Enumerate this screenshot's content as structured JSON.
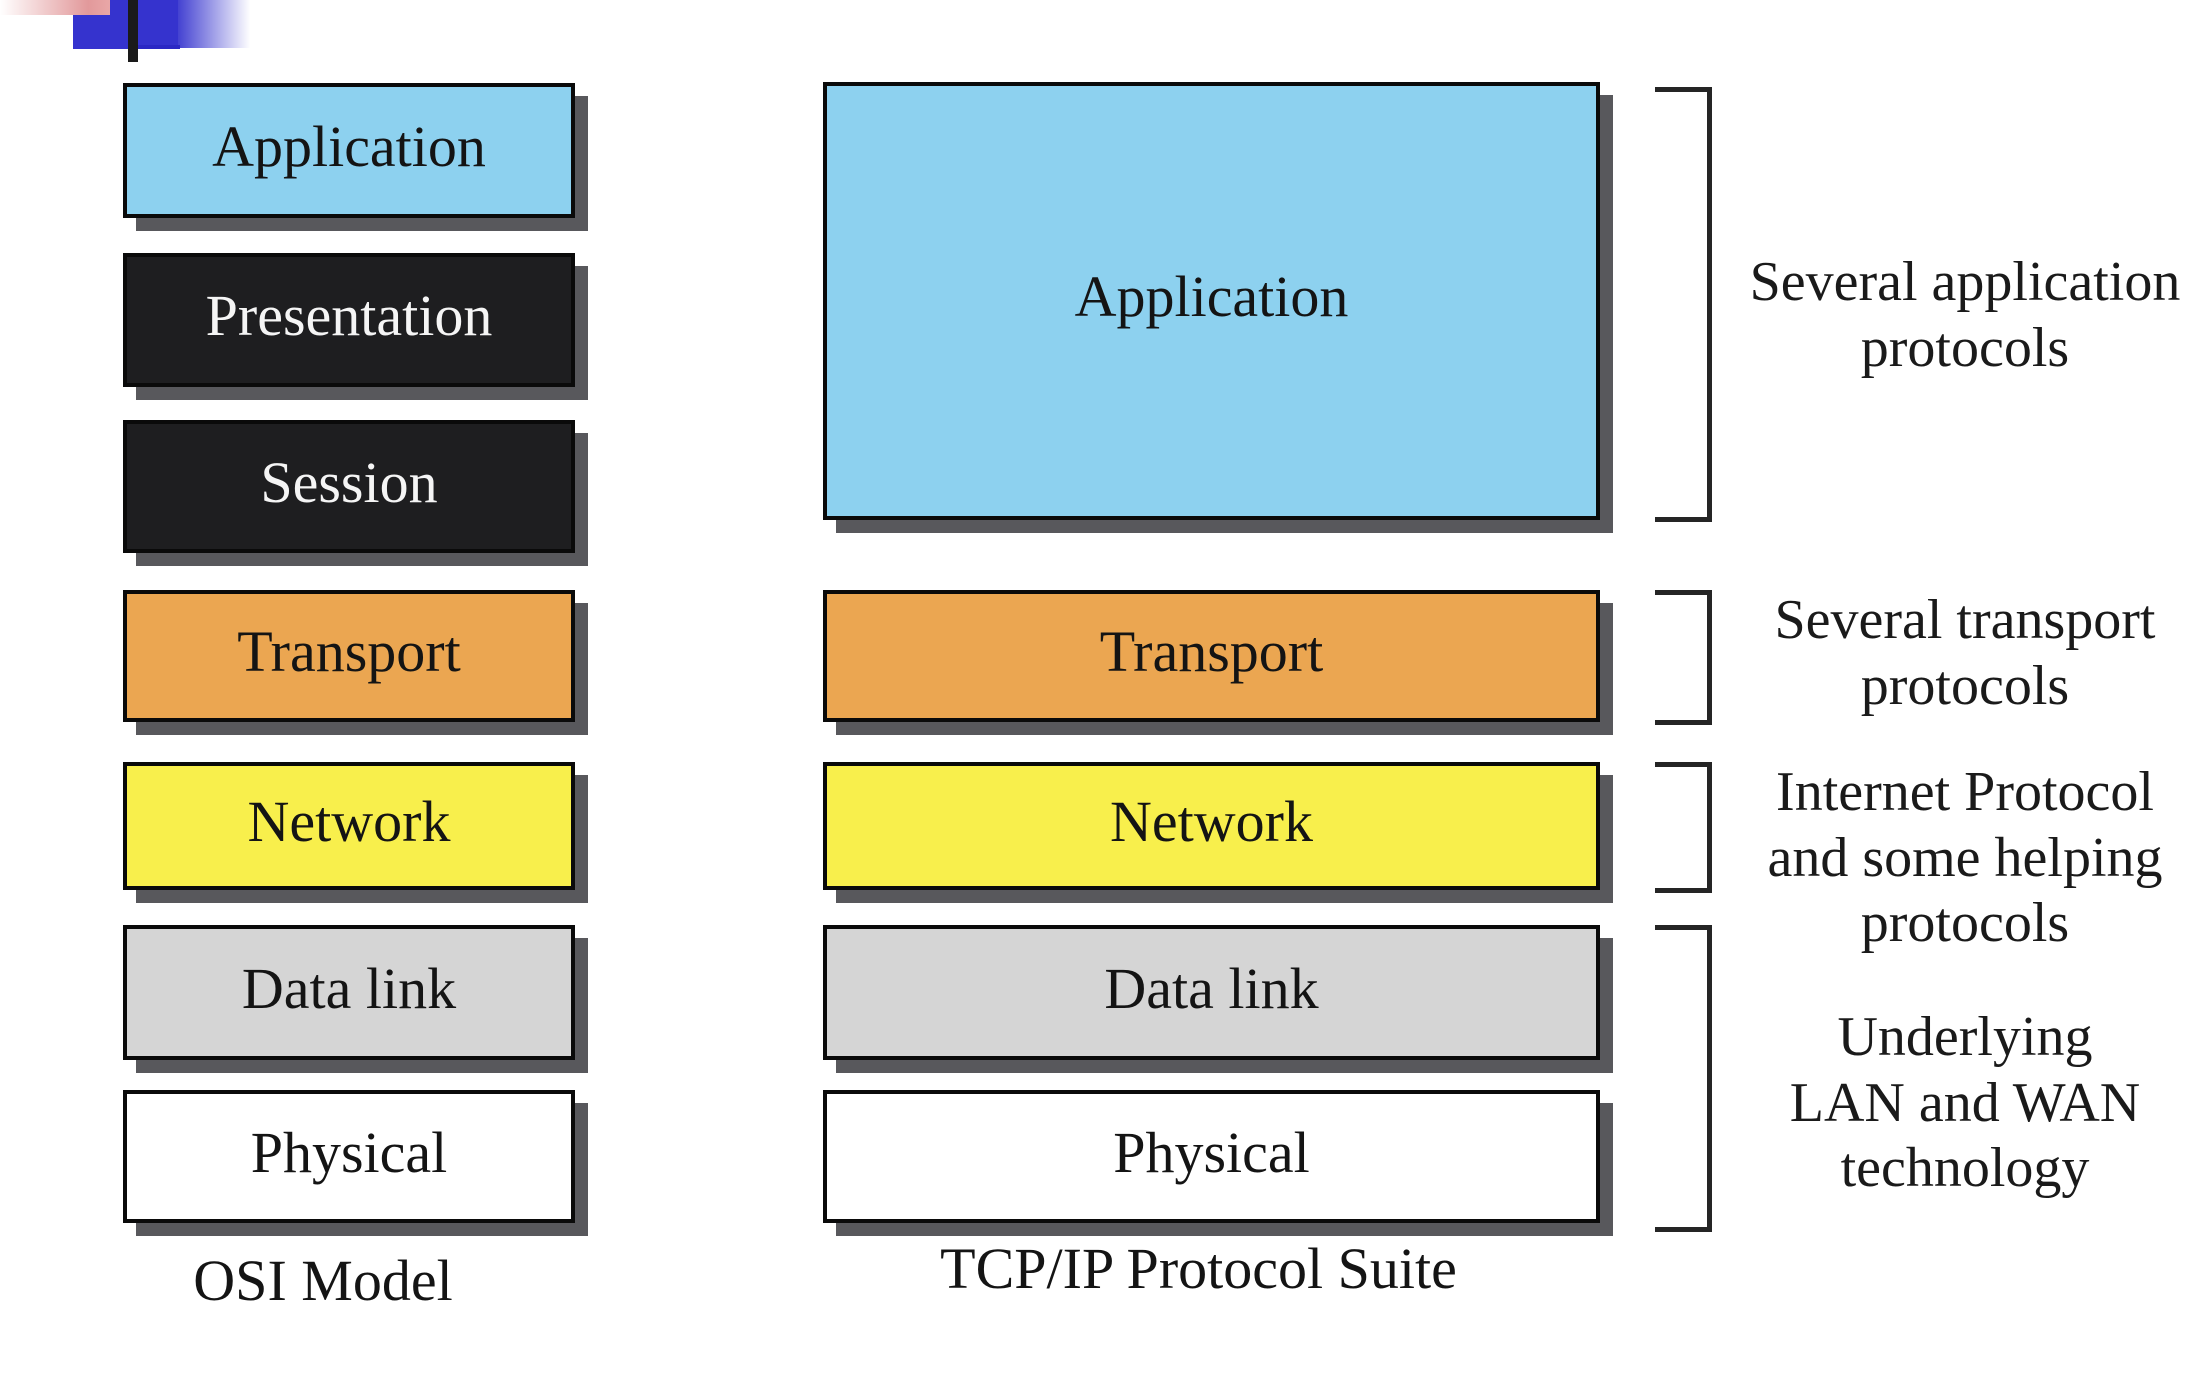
{
  "slide": {
    "background": "#FFFFFF"
  },
  "decoration": {
    "pink_bar_from": "#FFFFFF",
    "pink_bar_to": "#E2999B",
    "blue_square": "#3533CE",
    "blue_fade_from": "#3533CE",
    "blue_underline": "#2B28C4",
    "black_bar": "#1A1A1A"
  },
  "osi": {
    "caption": "OSI Model",
    "layers": [
      {
        "label": "Application",
        "fill": "#8DD1EF",
        "text_color": "#141414"
      },
      {
        "label": "Presentation",
        "fill": "#1E1E20",
        "text_color": "#F5F5F5"
      },
      {
        "label": "Session",
        "fill": "#1E1E20",
        "text_color": "#F5F5F5"
      },
      {
        "label": "Transport",
        "fill": "#EBA651",
        "text_color": "#141414"
      },
      {
        "label": "Network",
        "fill": "#F8EF4C",
        "text_color": "#141414"
      },
      {
        "label": "Data link",
        "fill": "#D5D5D5",
        "text_color": "#141414"
      },
      {
        "label": "Physical",
        "fill": "#FFFFFF",
        "text_color": "#141414"
      }
    ]
  },
  "tcpip": {
    "caption": "TCP/IP Protocol Suite",
    "layers": [
      {
        "label": "Application",
        "fill": "#8DD1EF",
        "text_color": "#141414"
      },
      {
        "label": "Transport",
        "fill": "#EBA651",
        "text_color": "#141414"
      },
      {
        "label": "Network",
        "fill": "#F8EF4C",
        "text_color": "#141414"
      },
      {
        "label": "Data link",
        "fill": "#D5D5D5",
        "text_color": "#141414"
      },
      {
        "label": "Physical",
        "fill": "#FFFFFF",
        "text_color": "#141414"
      }
    ]
  },
  "annotations": [
    {
      "text": "Several application\nprotocols"
    },
    {
      "text": "Several transport\nprotocols"
    },
    {
      "text": "Internet Protocol\nand some helping\nprotocols"
    },
    {
      "text": "Underlying\nLAN and WAN\ntechnology"
    }
  ],
  "styles": {
    "shadow": "#58585C",
    "box_border": "#0A0A0A",
    "bracket": "#252525",
    "annotation_text": "#1A1A1A"
  }
}
